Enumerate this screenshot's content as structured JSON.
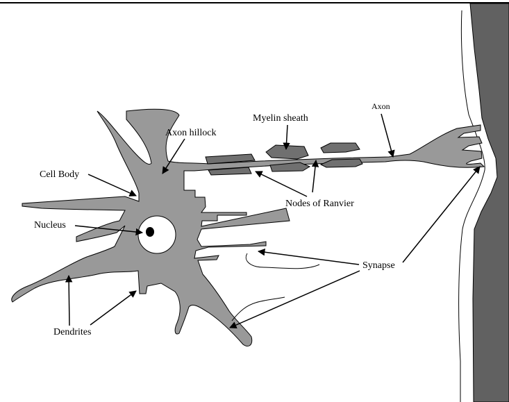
{
  "diagram": {
    "labels": {
      "axon_hillock": "Axon hillock",
      "myelin_sheath": "Myelin sheath",
      "axon": "Axon",
      "cell_body": "Cell Body",
      "nodes_of_ranvier": "Nodes of Ranvier",
      "nucleus": "Nucleus",
      "synapse": "Synapse",
      "dendrites": "Dendrites"
    },
    "colors": {
      "neuron_fill": "#999999",
      "myelin_fill": "#707070",
      "muscle_fill": "#616161",
      "stroke": "#000000"
    }
  }
}
